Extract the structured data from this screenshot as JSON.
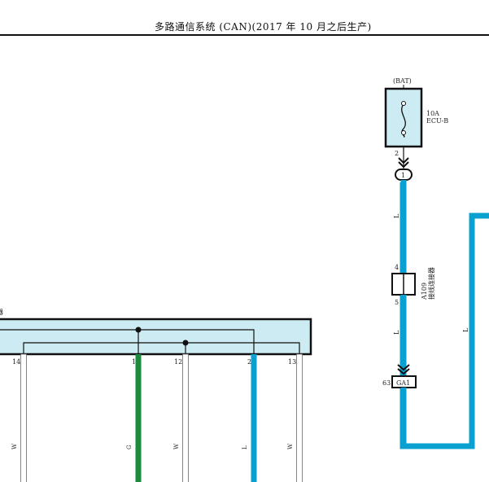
{
  "header": {
    "title": "多路通信系统 (CAN)(2017 年 10 月之后生产)"
  },
  "diagram": {
    "power_label": "(BAT)",
    "fuse": {
      "amp": "10A",
      "name": "ECU-B",
      "output_pin": "2"
    },
    "junction_pin": "1",
    "wire_colors": {
      "fuse_to_connector": "L",
      "connector_to_ga1": "L",
      "right_loop": "L"
    },
    "connector": {
      "code": "A109",
      "name": "接线连接器",
      "pin_top": "4",
      "pin_bottom": "5"
    },
    "ga1": {
      "label": "GA1",
      "pin": "63"
    },
    "partial_label": "器",
    "lower_wires": [
      {
        "pin": "14",
        "color": "W",
        "stroke": "#ffffff"
      },
      {
        "pin": "1",
        "color": "G",
        "stroke": "#1a8c3c"
      },
      {
        "pin": "12",
        "color": "W",
        "stroke": "#ffffff"
      },
      {
        "pin": "2",
        "color": "L",
        "stroke": "#0aa0cf"
      },
      {
        "pin": "13",
        "color": "W",
        "stroke": "#ffffff"
      }
    ],
    "colors": {
      "blue_wire": "#0aa0cf",
      "green_wire": "#1a8c3c",
      "component_fill": "#cdebf2",
      "outline": "#111111"
    }
  }
}
